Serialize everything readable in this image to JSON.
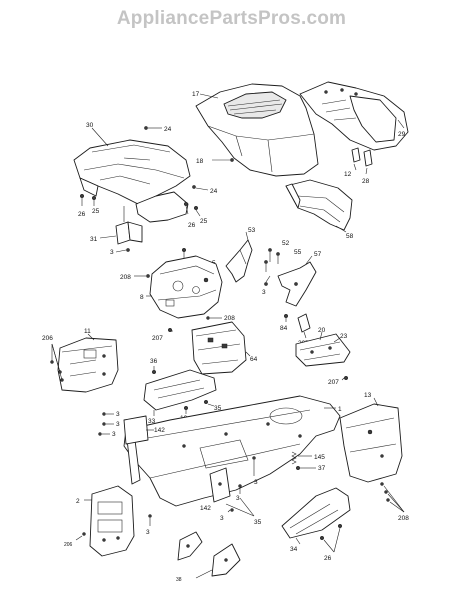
{
  "watermark": "AppliancePartsPros.com",
  "callouts": {
    "c30": "30",
    "c24a": "24",
    "c24b": "24",
    "c26a": "26",
    "c25a": "25",
    "c26b": "26",
    "c25b": "25",
    "c31": "31",
    "c3a": "3",
    "c17": "17",
    "c18": "18",
    "c29": "29",
    "c12": "12",
    "c28": "28",
    "c58": "58",
    "c53": "53",
    "c52": "52",
    "c55": "55",
    "c57": "57",
    "c3b": "3",
    "c5": "5",
    "c208a": "208",
    "c8": "8",
    "c84": "84",
    "c207a": "207",
    "c206": "206",
    "c11": "11",
    "c208b": "208",
    "c207b": "207",
    "c64": "64",
    "c20": "20",
    "c23": "23",
    "c207c": "207",
    "c36": "36",
    "c10": "10",
    "c33": "33",
    "c35a": "35",
    "c1": "1",
    "c13": "13",
    "c3c": "3",
    "c3d": "3",
    "c3e": "3",
    "c142a": "142",
    "c145": "145",
    "c37": "37",
    "c3f": "3",
    "c208c": "208",
    "c142b": "142",
    "c3g": "3",
    "c3h": "3",
    "c35b": "35",
    "c2": "2",
    "c206b": "206",
    "c3i": "3",
    "c34": "34",
    "c26c": "26",
    "c38": "38"
  },
  "colors": {
    "ink": "#1c1c1c",
    "watermark": "#c4c4c4",
    "background": "#ffffff"
  }
}
